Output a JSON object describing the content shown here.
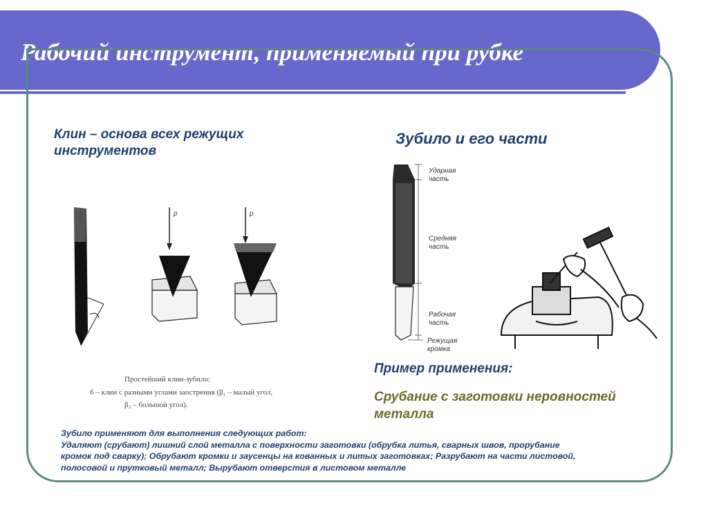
{
  "slide": {
    "title": "Рабочий инструмент, применяемый при рубке",
    "wedge_heading": "Клин – основа всех режущих инструментов",
    "chisel_heading": "Зубило и его части",
    "example_heading": "Пример применения:",
    "example_description": "Срубание с заготовки неровностей металла"
  },
  "wedge_figure": {
    "force_label": "р",
    "caption_line1": "Простейший клин-зубило:",
    "caption_line2": "б – клин с разными углами заострения (β₁ – малый угол,",
    "caption_line3": "β₂ – большой угол)."
  },
  "chisel_figure": {
    "parts": [
      "Ударная часть",
      "Средняя часть",
      "Рабочая часть",
      "Режущая кромка"
    ]
  },
  "usage_note": {
    "intro": "Зубило применяют для выполнения следующих работ:",
    "line1": "Удаляют (срубают) лишний слой металла с поверхности заготовки (обрубка литья, сварных швов, прорубание",
    "line2": "кромок под сварку); Обрубают кромки и заусенцы на кованных и литых заготовках; Разрубают на части листовой,",
    "line3": "полосовой и прутковый металл; Вырубают отверстия в листовом металле"
  },
  "colors": {
    "title_band": "#6868cc",
    "frame_border": "#5d8a7f",
    "heading_text": "#1e3f6f",
    "example_text": "#6f6a2a"
  }
}
